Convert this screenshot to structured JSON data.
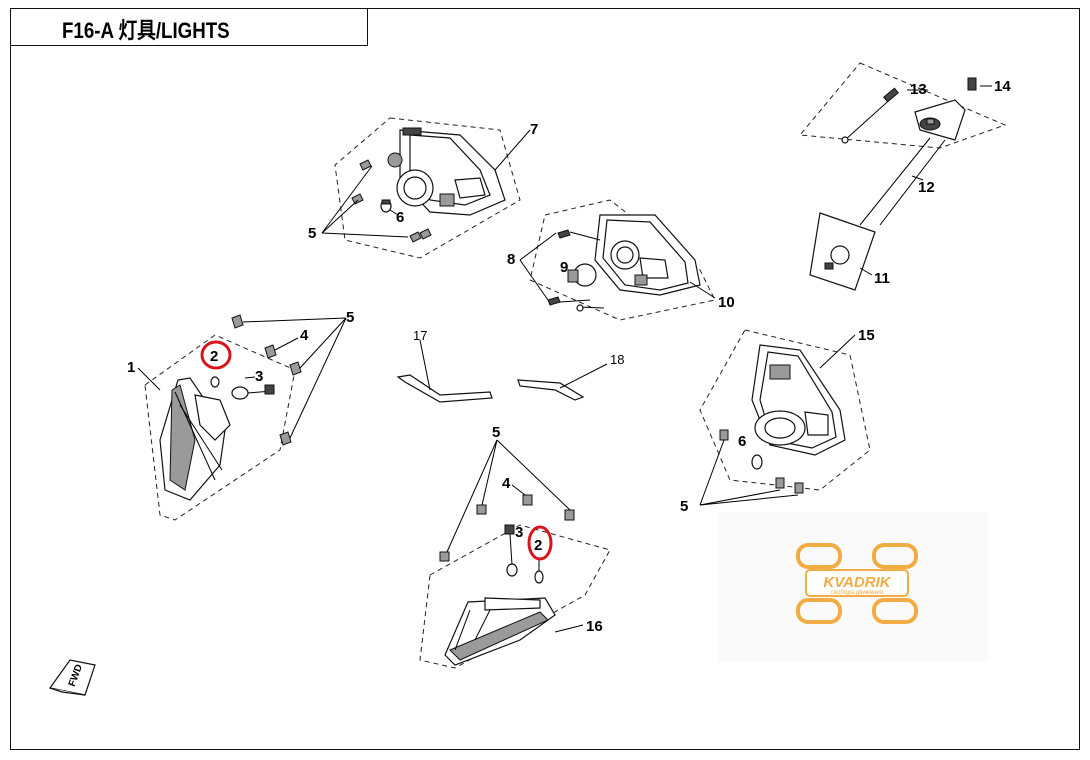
{
  "header": {
    "title": "F16-A  灯具/LIGHTS"
  },
  "callouts": {
    "c1": "1",
    "c2a": "2",
    "c2b": "2",
    "c3a": "3",
    "c3b": "3",
    "c4a": "4",
    "c4b": "4",
    "c5a": "5",
    "c5b": "5",
    "c5c": "5",
    "c5d": "5",
    "c6a": "6",
    "c6b": "6",
    "c7": "7",
    "c8": "8",
    "c9": "9",
    "c10": "10",
    "c11": "11",
    "c12": "12",
    "c13": "13",
    "c14": "14",
    "c15": "15",
    "c16": "16",
    "c17": "17",
    "c18": "18"
  },
  "fwd_marker": "FWD",
  "watermark": {
    "brand": "KVADRIK",
    "tagline": "свобода движения",
    "color": "#f0a430"
  },
  "highlight_color": "#d8141b"
}
